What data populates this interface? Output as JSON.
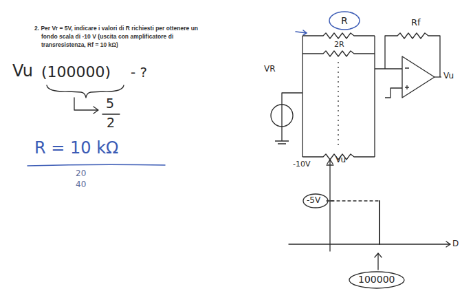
{
  "diagram": {
    "labels": [
      "2. Per Vr = 5V, indicare i valori di R richiesti per ottenere un fondo scala di -10 V (uscita con amplificatore di transresistenza, Rf = 10 kΩ)",
      "Vu",
      "(100000)",
      "- ?",
      "5",
      "2",
      "R = 10 kΩ",
      "20",
      "40",
      "R",
      "2R",
      "Rf",
      "VR",
      "Vu",
      "-10V",
      "Vu",
      "-5V",
      "100000",
      "D"
    ]
  }
}
